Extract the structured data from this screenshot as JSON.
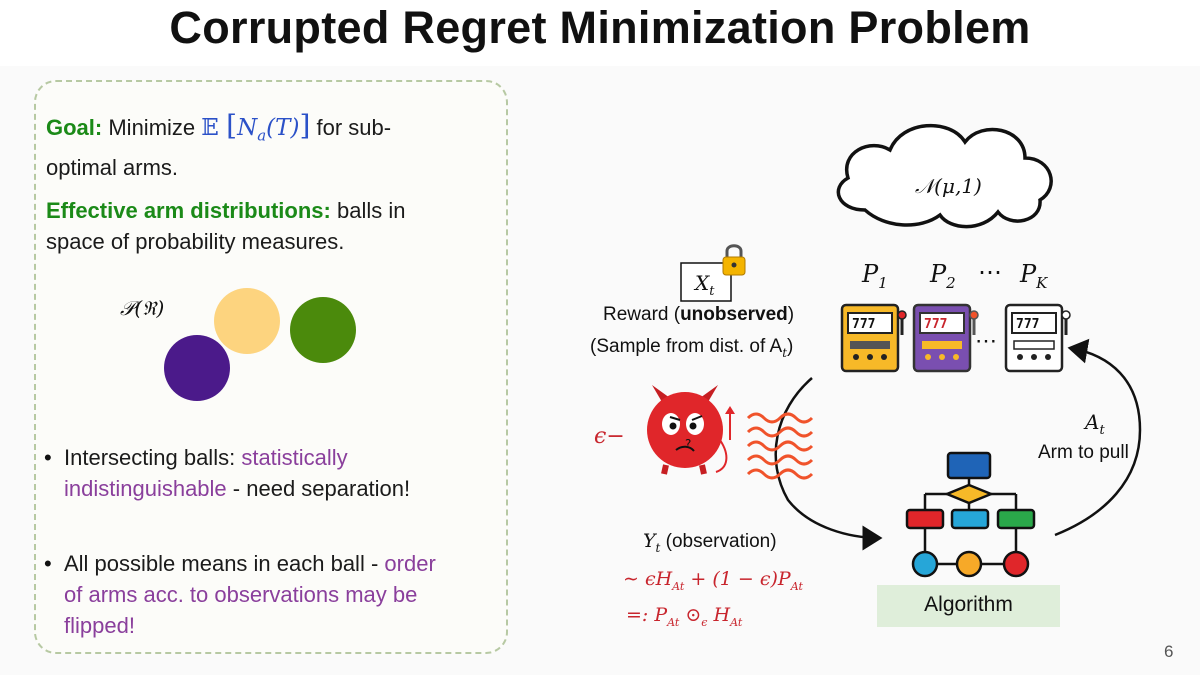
{
  "slide": {
    "title": "Corrupted Regret Minimization Problem",
    "page_number": "6"
  },
  "left_panel": {
    "goal_label": "Goal:",
    "goal_text_1": "Minimize",
    "goal_math_E": "𝔼",
    "goal_math_inner": "N",
    "goal_math_sub": "a",
    "goal_math_arg": "(T)",
    "goal_text_2": "for sub-",
    "goal_text_3": "optimal arms.",
    "effective_label": "Effective arm distributions:",
    "effective_text_1": "balls in",
    "effective_text_2": "space of probability measures.",
    "space_label": "𝒫(ℜ)",
    "balls": [
      {
        "name": "purple-ball",
        "color": "#4b1a8a"
      },
      {
        "name": "yellow-ball",
        "color": "#fdd47f"
      },
      {
        "name": "green-ball",
        "color": "#4b8a0c"
      }
    ],
    "bullet_1_a": "Intersecting balls:",
    "bullet_1_b": "statistically",
    "bullet_1_c": "indistinguishable",
    "bullet_1_d": "- need separation!",
    "bullet_2_a": "All possible means in each ball -",
    "bullet_2_b": "order",
    "bullet_2_c": "of arms acc. to observations may be",
    "bullet_2_d": "flipped!",
    "bullet_glyph": "•"
  },
  "diagram": {
    "cloud_label": "𝒩(μ,1)",
    "arm_labels": [
      "P",
      "P",
      "P"
    ],
    "arm_subs": [
      "1",
      "2",
      "K"
    ],
    "arm_dots": "⋯",
    "machine_dots": "⋯",
    "machine_reels": "777",
    "reward_var": "X",
    "reward_var_sub": "t",
    "reward_text_1": "Reward (",
    "reward_text_bold": "unobserved",
    "reward_text_2": ")",
    "reward_text_3": "(Sample from dist. of A",
    "reward_text_3_sub": "t",
    "reward_text_3_end": ")",
    "epsilon_label": "ϵ−",
    "arm_pull_var": "A",
    "arm_pull_sub": "t",
    "arm_pull_text": "Arm to pull",
    "obs_var": "Y",
    "obs_sub": "t",
    "obs_text": "(observation)",
    "obs_formula_1": "∼ ϵH",
    "obs_formula_1_sub": "At",
    "obs_formula_2": " + (1 − ϵ)P",
    "obs_formula_2_sub": "At",
    "obs_formula_3": "=: P",
    "obs_formula_3_sub": "At",
    "obs_formula_4": " ⊙",
    "obs_formula_4_sub": "ϵ",
    "obs_formula_5": " H",
    "obs_formula_5_sub": "At",
    "algorithm_label": "Algorithm"
  },
  "colors": {
    "green_text": "#1b8a18",
    "purple_text": "#8a3f9c",
    "red_text": "#c8252d",
    "algorithm_box": "#dfeeda",
    "devil": "#e0262a"
  }
}
